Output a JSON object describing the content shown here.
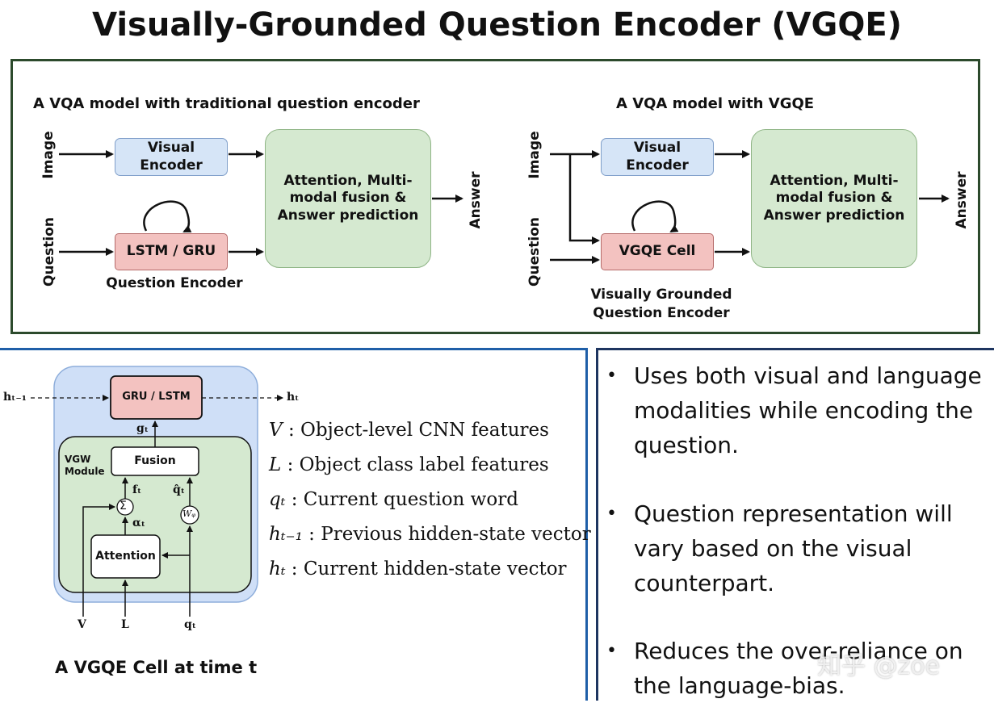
{
  "title": "Visually-Grounded Question Encoder (VGQE)",
  "top_left": {
    "heading": "A VQA model with traditional question encoder",
    "input_image": "Image",
    "input_question": "Question",
    "visual_encoder": "Visual Encoder",
    "rnn": "LSTM / GRU",
    "fusion": "Attention, Multi-modal fusion & Answer prediction",
    "output": "Answer",
    "caption": "Question Encoder"
  },
  "top_right": {
    "heading": "A VQA model with VGQE",
    "input_image": "Image",
    "input_question": "Question",
    "visual_encoder": "Visual Encoder",
    "cell": "VGQE Cell",
    "fusion": "Attention, Multi-modal fusion & Answer prediction",
    "output": "Answer",
    "caption_line1": "Visually Grounded",
    "caption_line2": "Question Encoder"
  },
  "cell_diagram": {
    "rnn": "GRU / LSTM",
    "prev_state": "hₜ₋₁",
    "next_state": "hₜ",
    "g_label": "gₜ",
    "module_label": "VGW Module",
    "fusion": "Fusion",
    "f_label": "fₜ",
    "q_hat_label": "q̂ₜ",
    "sum_symbol": "Σ",
    "alpha_label": "αₜ",
    "wq_label": "Wᵩ",
    "attention": "Attention",
    "input_v": "V",
    "input_l": "L",
    "input_q": "qₜ",
    "caption": "A VGQE Cell at time t"
  },
  "legend": [
    {
      "symbol": "V",
      "text": ": Object-level CNN features"
    },
    {
      "symbol": "L",
      "text": ": Object class label features"
    },
    {
      "symbol": "qₜ",
      "text": ": Current question word"
    },
    {
      "symbol": "hₜ₋₁",
      "text": ": Previous hidden-state vector"
    },
    {
      "symbol": "hₜ",
      "text": ": Current hidden-state vector"
    }
  ],
  "bullets": [
    "Uses both visual and language modalities while encoding the question.",
    "Question representation will vary based on the visual counterpart.",
    "Reduces the over-reliance on the language-bias."
  ],
  "watermark": "知乎 @zoe",
  "colors": {
    "visual_encoder_fill": "#d6e5f7",
    "rnn_fill": "#f3c2c0",
    "fusion_fill": "#d5e9d0",
    "cell_outer_fill": "#cfdff7",
    "top_border": "#2c4a2c",
    "bottom_left_border": "#1f5fa8"
  }
}
